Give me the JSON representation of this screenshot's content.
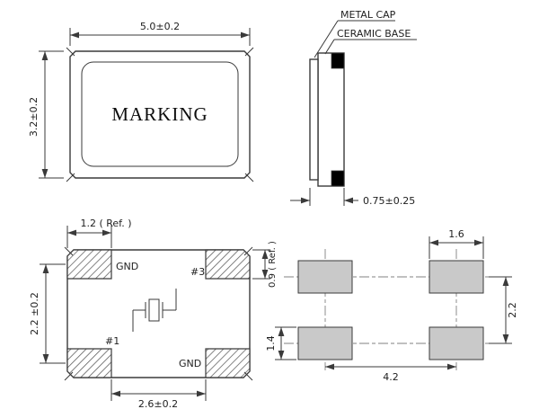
{
  "top_view": {
    "marking": "MARKING",
    "width_dim": "5.0±0.2",
    "height_dim": "3.2±0.2"
  },
  "side_view": {
    "metal_cap_label": "METAL CAP",
    "ceramic_base_label": "CERAMIC BASE",
    "thickness_dim": "0.75±0.25"
  },
  "bottom_view": {
    "pad_tl_label": "GND",
    "pad_tr_label": "#3",
    "pad_bl_label": "#1",
    "pad_br_label": "GND",
    "top_dim": "1.2 ( Ref. )",
    "right_dim": "0.9 ( Ref. )",
    "left_dim": "2.2 ±0.2",
    "bottom_dim": "2.6±0.2"
  },
  "land_pattern": {
    "pad_width_dim": "1.6",
    "row_pitch_dim": "2.2",
    "pad_height_dim": "1.4",
    "col_pitch_dim": "4.2"
  },
  "colors": {
    "line": "#3a3a3a",
    "pad_fill": "#c9c9c9",
    "terminal_fill": "#000000",
    "background": "#ffffff"
  }
}
